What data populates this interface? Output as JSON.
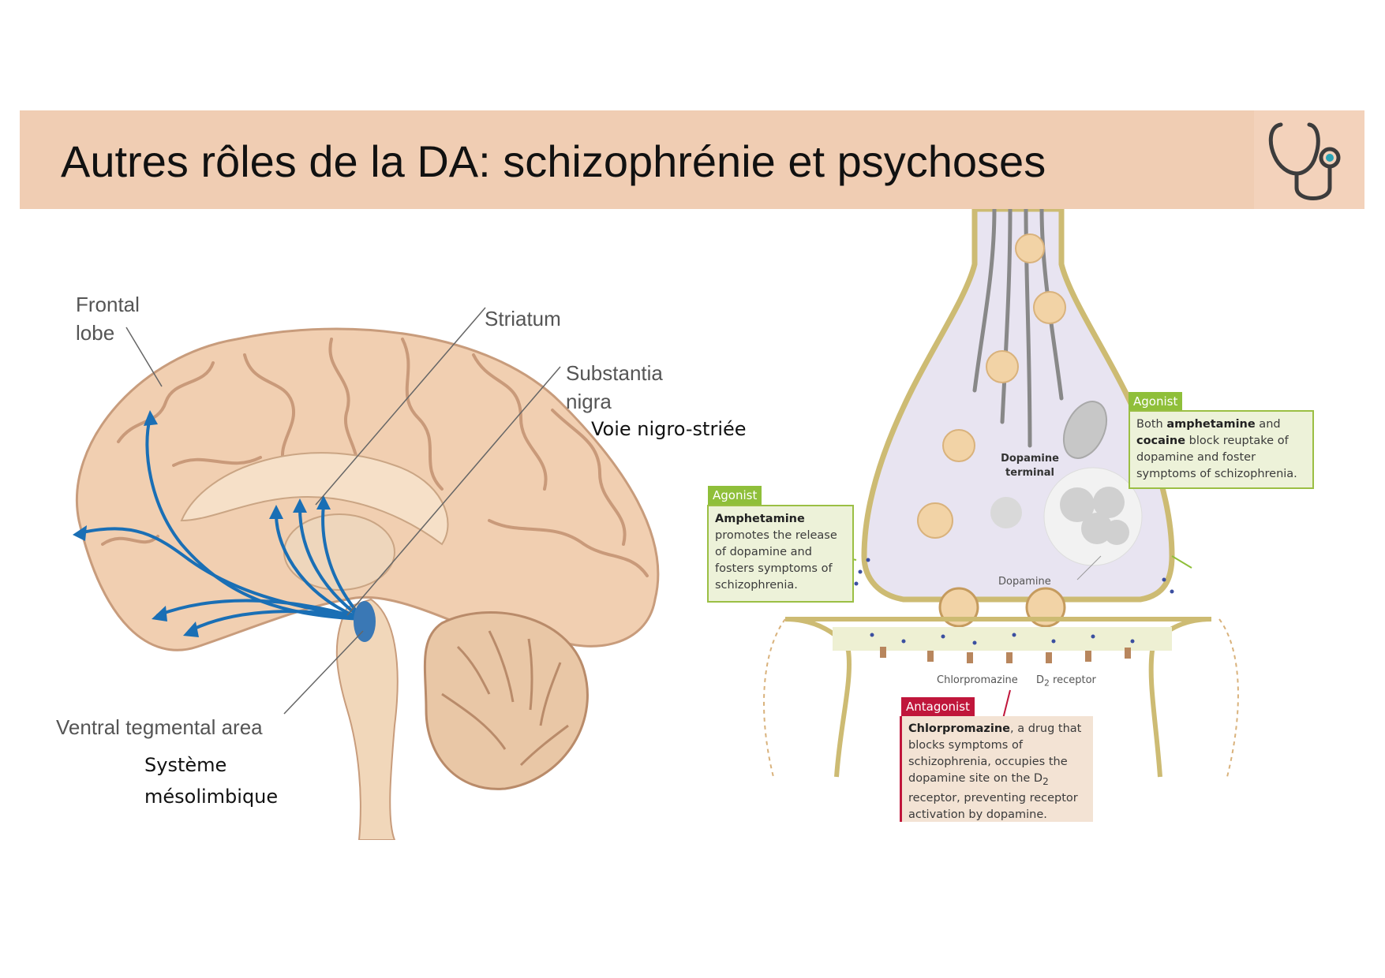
{
  "title": "Autres rôles de la DA: schizophrénie et psychoses",
  "logo_icon": "stethoscope-icon",
  "brain": {
    "labels": {
      "frontal_lobe": "Frontal\nlobe",
      "striatum": "Striatum",
      "substantia_nigra": "Substantia\nnigra",
      "vta": "Ventral tegmental area"
    },
    "notes": {
      "nigrostriatal": "Voie nigro-striée",
      "mesolimbic": "Système\nmésolimbique"
    },
    "pathway_color": "#1a6fb5"
  },
  "synapse": {
    "terminal_label": "Dopamine\nterminal",
    "dopamine_label": "Dopamine",
    "chlorpromazine_label": "Chlorpromazine",
    "d2_label_main": "D",
    "d2_label_sub": "2",
    "d2_label_rest": " receptor",
    "agonist_left": {
      "tag": "Agonist",
      "bold": "Amphetamine",
      "text": "promotes the release of dopamine and fosters symptoms of schizophrenia."
    },
    "agonist_right": {
      "tag": "Agonist",
      "pre": "Both ",
      "bold1": "amphetamine",
      "mid": " and ",
      "bold2": "cocaine",
      "text": " block reuptake of dopamine and foster symptoms of schizophrenia."
    },
    "antagonist": {
      "tag": "Antagonist",
      "bold": "Chlorpromazine",
      "text1": ", a drug that blocks symptoms of schizophrenia, occupies the dopamine site on the D",
      "sub": "2",
      "text2": " receptor, preventing receptor activation by dopamine."
    },
    "colors": {
      "agonist": "#8fbf3a",
      "antagonist": "#c0163b"
    }
  }
}
